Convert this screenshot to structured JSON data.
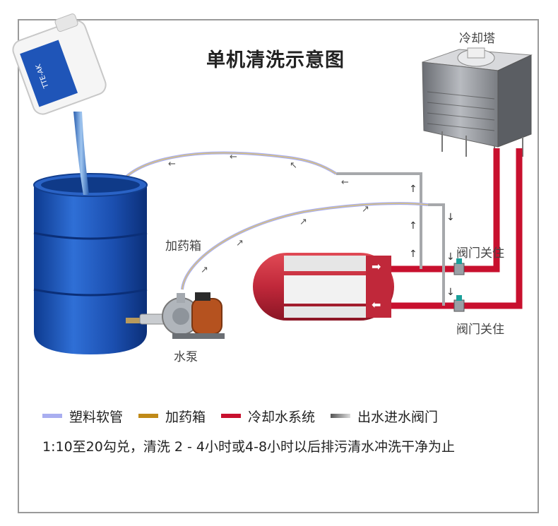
{
  "title": "单机清洗示意图",
  "labels": {
    "cooling_tower": "冷却塔",
    "dosing_tank": "加药箱",
    "valve_closed_top": "阀门关住",
    "valve_closed_bottom": "阀门关住",
    "pump": "水泵",
    "bottle_text": "TTE-AK"
  },
  "legend": [
    {
      "label": "塑料软管",
      "color": "#a9aef0"
    },
    {
      "label": "加药箱",
      "color": "#c08a18"
    },
    {
      "label": "冷却水系统",
      "color": "#c8102e"
    },
    {
      "label": "出水进水阀门",
      "color": "#8a8a8a"
    }
  ],
  "note": "1:10至20勾兑，清洗 2 - 4小时或4-8小时以后排污清水冲洗干净为止",
  "colors": {
    "pipe_red": "#c8102e",
    "hose": "#a9aef0",
    "barrel": "#1f55b8",
    "chiller": "#c0283a",
    "motor": "#b5521f"
  }
}
